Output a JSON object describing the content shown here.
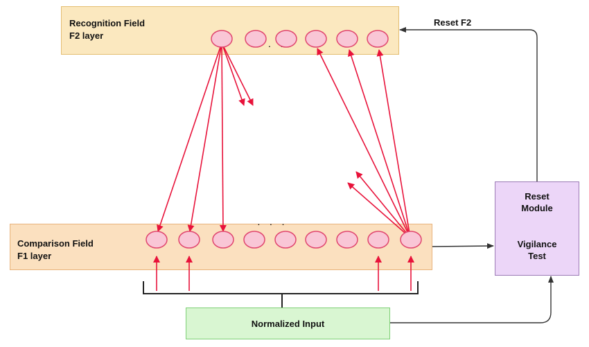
{
  "recognition_field": {
    "line1": "Recognition Field",
    "line2": "F2 layer",
    "neurons": 6
  },
  "comparison_field": {
    "line1": "Comparison Field",
    "line2": "F1 layer",
    "neurons": 9
  },
  "reset_module": {
    "line1": "Reset",
    "line2": "Module",
    "line3": "Vigilance",
    "line4": "Test"
  },
  "normalized_input": {
    "label": "Normalized Input"
  },
  "reset_f2": {
    "label": "Reset F2"
  },
  "ellipsis": ". . .",
  "colors": {
    "neuron_fill": "#f9c6d6",
    "neuron_stroke": "#e0456e",
    "connection": "#e8123a",
    "line": "#333333"
  }
}
